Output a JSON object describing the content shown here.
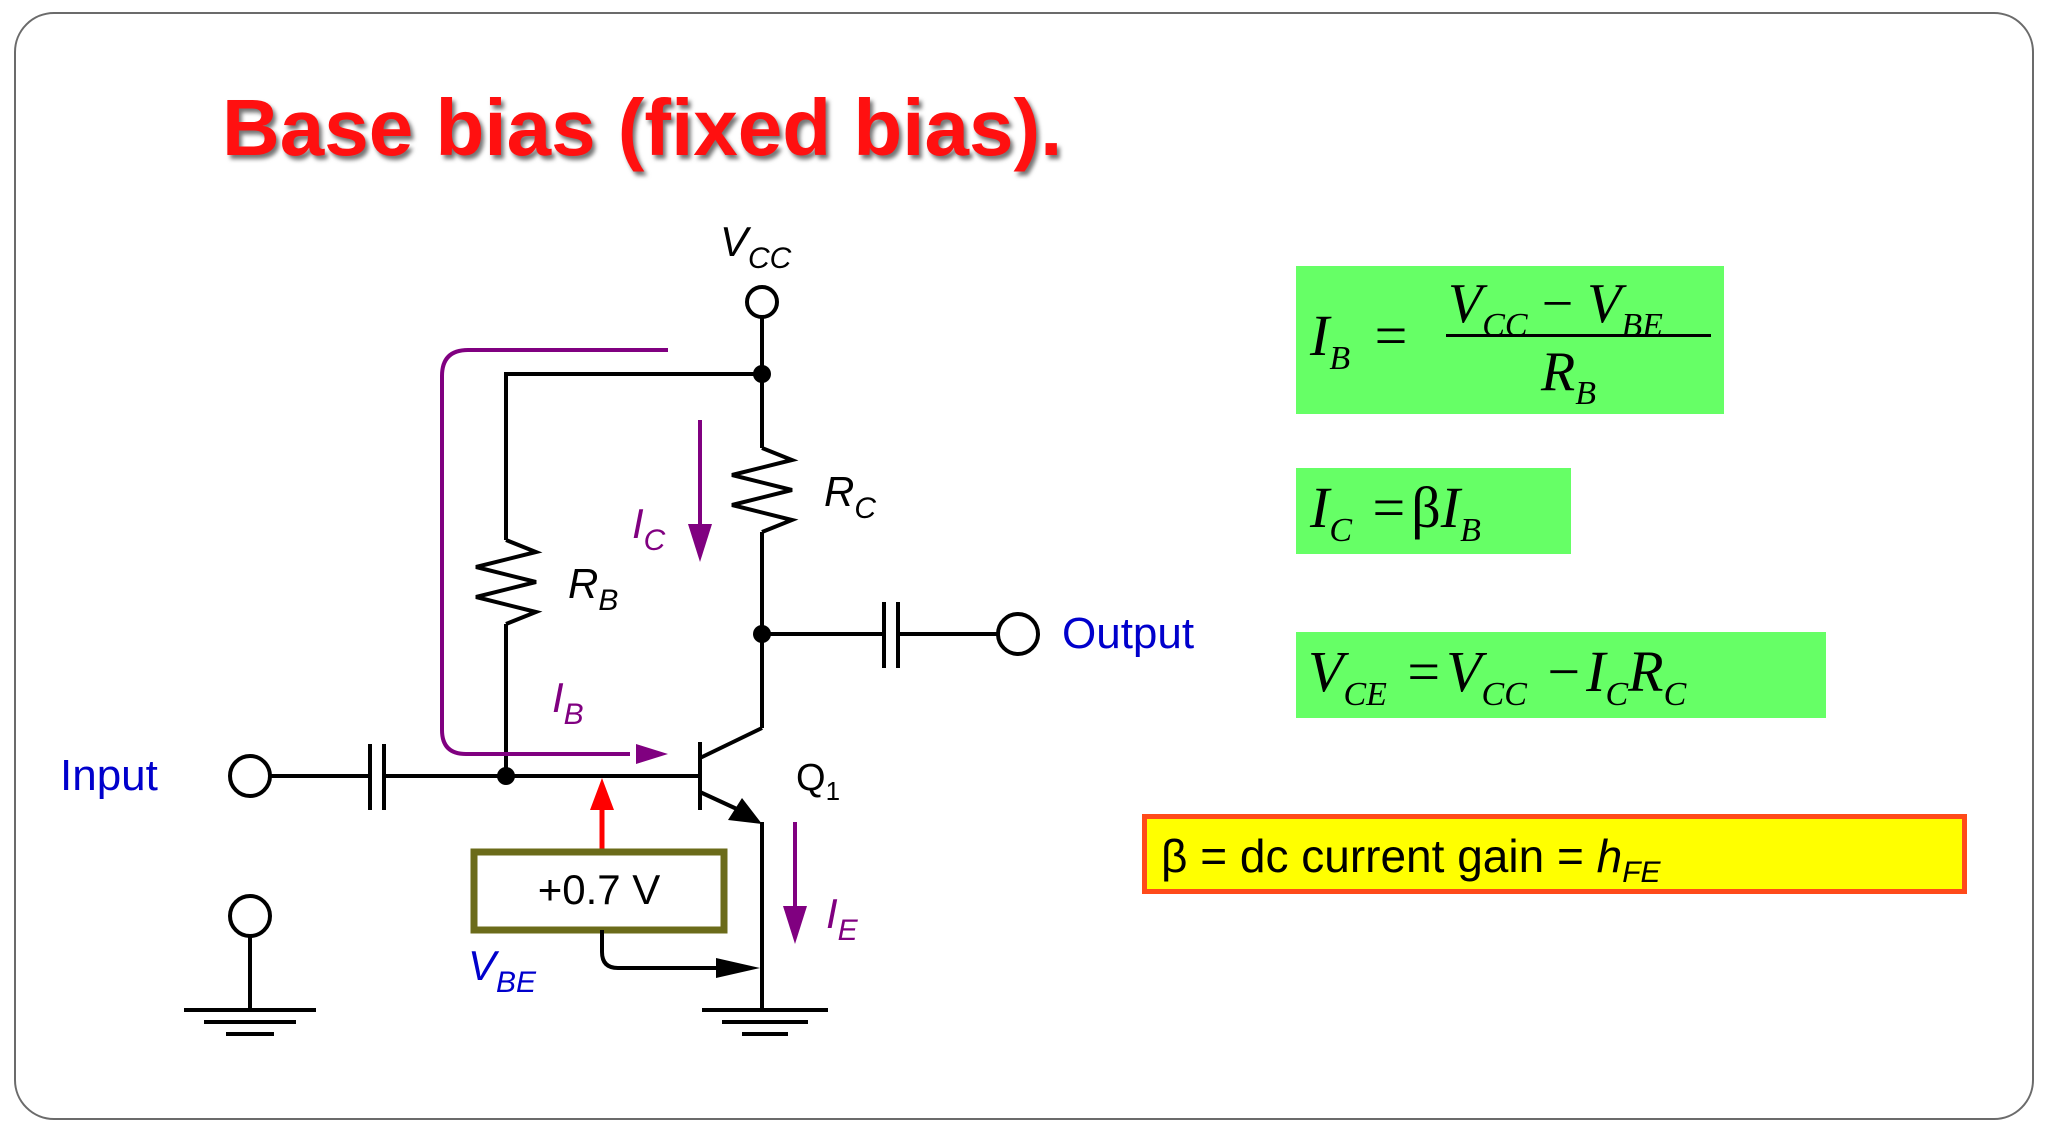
{
  "slide": {
    "title": "Base bias (fixed bias)."
  },
  "circuit": {
    "vcc_label": "V",
    "vcc_sub": "CC",
    "rc_label": "R",
    "rc_sub": "C",
    "rb_label": "R",
    "rb_sub": "B",
    "ic_label": "I",
    "ic_sub": "C",
    "ib_label": "I",
    "ib_sub": "B",
    "ie_label": "I",
    "ie_sub": "E",
    "q1_label": "Q",
    "q1_sub": "1",
    "input_label": "Input",
    "output_label": "Output",
    "vbe_box_text": "+0.7 V",
    "vbe_label": "V",
    "vbe_sub": "BE"
  },
  "equations": {
    "eq1": {
      "lhs": "I",
      "lhs_sub": "B",
      "equals": "=",
      "num_a": "V",
      "num_a_sub": "CC",
      "minus": "−",
      "num_b": "V",
      "num_b_sub": "BE",
      "den": "R",
      "den_sub": "B"
    },
    "eq2": {
      "lhs": "I",
      "lhs_sub": "C",
      "equals": "=",
      "beta": "β",
      "rhs": "I",
      "rhs_sub": "B"
    },
    "eq3": {
      "lhs": "V",
      "lhs_sub": "CE",
      "equals": "=",
      "a": "V",
      "a_sub": "CC",
      "minus": "−",
      "b": "I",
      "b_sub": "C",
      "c": "R",
      "c_sub": "C"
    }
  },
  "note": {
    "prefix": "β = dc current gain = ",
    "h": "h",
    "h_sub": "FE"
  },
  "colors": {
    "title": "#ff1010",
    "wire": "#000000",
    "current_arrow": "#800080",
    "vbe_arrow": "#ff0000",
    "label_blue": "#0000cc",
    "eq_bg": "#66ff66",
    "note_bg": "#ffff00",
    "note_border": "#ff4a1a",
    "vbe_box_border": "#6b6b1a"
  }
}
